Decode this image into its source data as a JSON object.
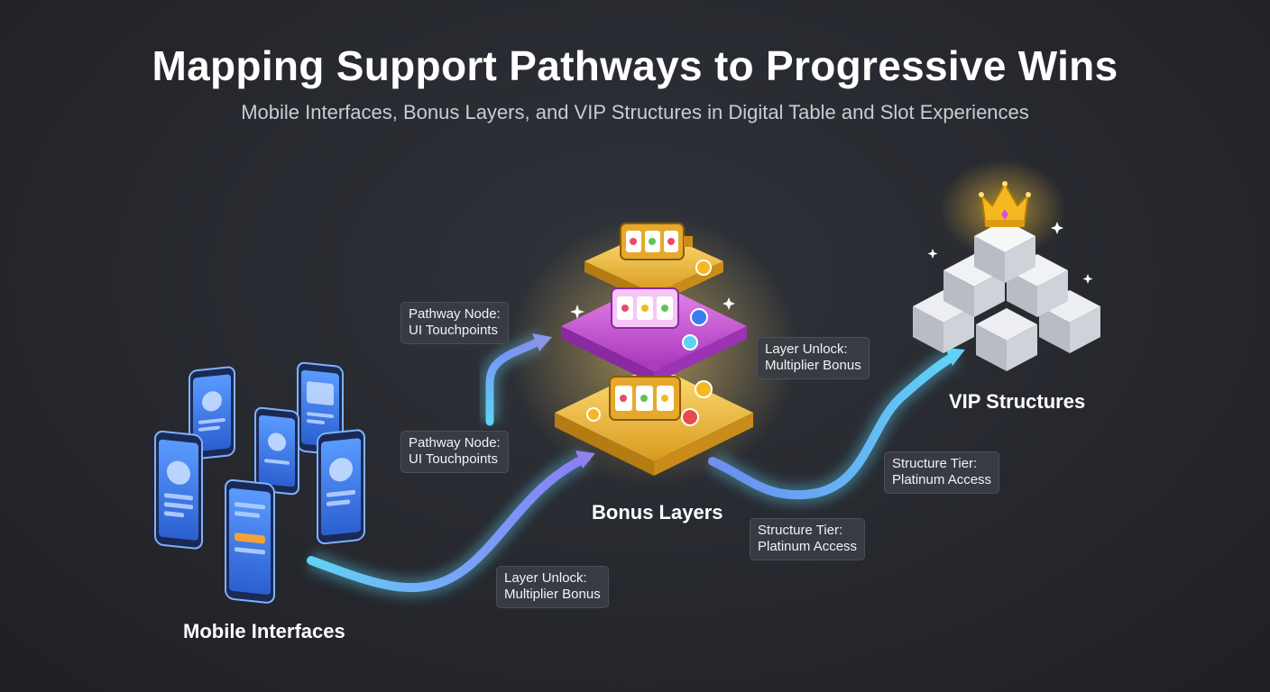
{
  "header": {
    "title": "Mapping Support Pathways to Progressive Wins",
    "subtitle": "Mobile Interfaces, Bonus Layers, and VIP Structures in Digital Table and Slot Experiences"
  },
  "nodes": {
    "mobile": {
      "label": "Mobile Interfaces"
    },
    "bonus": {
      "label": "Bonus Layers"
    },
    "vip": {
      "label": "VIP Structures"
    }
  },
  "callouts": {
    "pathway_upper": {
      "line1": "Pathway Node:",
      "line2": "UI Touchpoints"
    },
    "pathway_lower": {
      "line1": "Pathway Node:",
      "line2": "UI Touchpoints"
    },
    "layer_unlock_bottom": {
      "line1": "Layer Unlock:",
      "line2": "Multiplier Bonus"
    },
    "layer_unlock_right": {
      "line1": "Layer Unlock:",
      "line2": "Multiplier Bonus"
    },
    "structure_tier_middle": {
      "line1": "Structure Tier:",
      "line2": "Platinum Access"
    },
    "structure_tier_right": {
      "line1": "Structure Tier:",
      "line2": "Platinum Access"
    }
  },
  "colors": {
    "background": "#23252b",
    "arrow_cyan": "#5fd3f5",
    "arrow_violet": "#8b7cf6",
    "phone_blue": "#3b7cf0",
    "tier_gold": "#f2c14e",
    "tier_magenta": "#d94fe0",
    "cube_silver": "#d9dbe0",
    "crown_gold": "#f5b820"
  },
  "icons": [
    "phone-icon",
    "slot-machine-icon",
    "poker-chip-icon",
    "crown-icon",
    "sparkle-icon",
    "arrow-head-icon"
  ]
}
